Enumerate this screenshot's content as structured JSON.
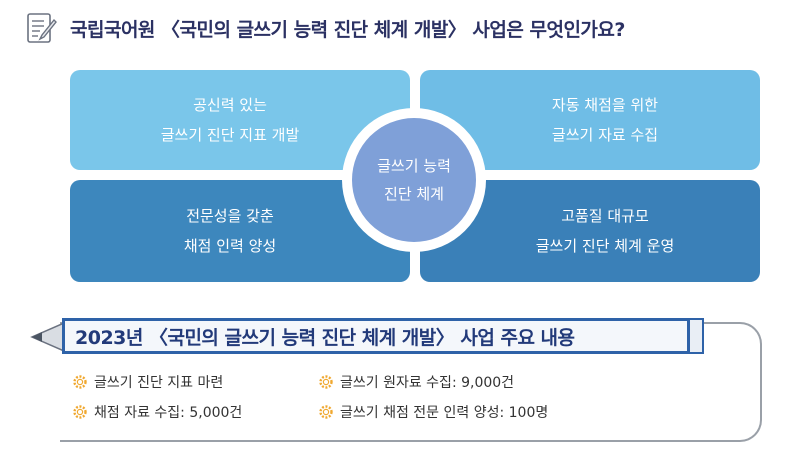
{
  "header": {
    "icon": "document-pencil-icon",
    "title": "국립국어원 〈국민의 글쓰기 능력 진단 체계 개발〉 사업은 무엇인가요?"
  },
  "diagram": {
    "top_left": {
      "line1": "공신력 있는",
      "line2": "글쓰기 진단 지표 개발"
    },
    "top_right": {
      "line1": "자동 채점을 위한",
      "line2": "글쓰기 자료 수집"
    },
    "bottom_left": {
      "line1": "전문성을 갖춘",
      "line2": "채점 인력 양성"
    },
    "bottom_right": {
      "line1": "고품질 대규모",
      "line2": "글쓰기 진단 체계 운영"
    },
    "center": {
      "line1": "글쓰기 능력",
      "line2": "진단 체계"
    },
    "colors": {
      "light_blue": "#7ac6ea",
      "dark_blue": "#3d87bd",
      "center": "#7fa0d8"
    }
  },
  "banner": {
    "title": "2023년 〈국민의 글쓰기 능력 진단 체계 개발〉 사업 주요 내용",
    "border_color": "#2e62a8"
  },
  "items": [
    {
      "icon": "gear-icon",
      "text": "글쓰기 진단 지표 마련"
    },
    {
      "icon": "gear-icon",
      "text": "채점 자료 수집: 5,000건"
    },
    {
      "icon": "gear-icon",
      "text": "글쓰기 원자료 수집: 9,000건"
    },
    {
      "icon": "gear-icon",
      "text": "글쓰기 채점 전문 인력 양성: 100명"
    }
  ]
}
